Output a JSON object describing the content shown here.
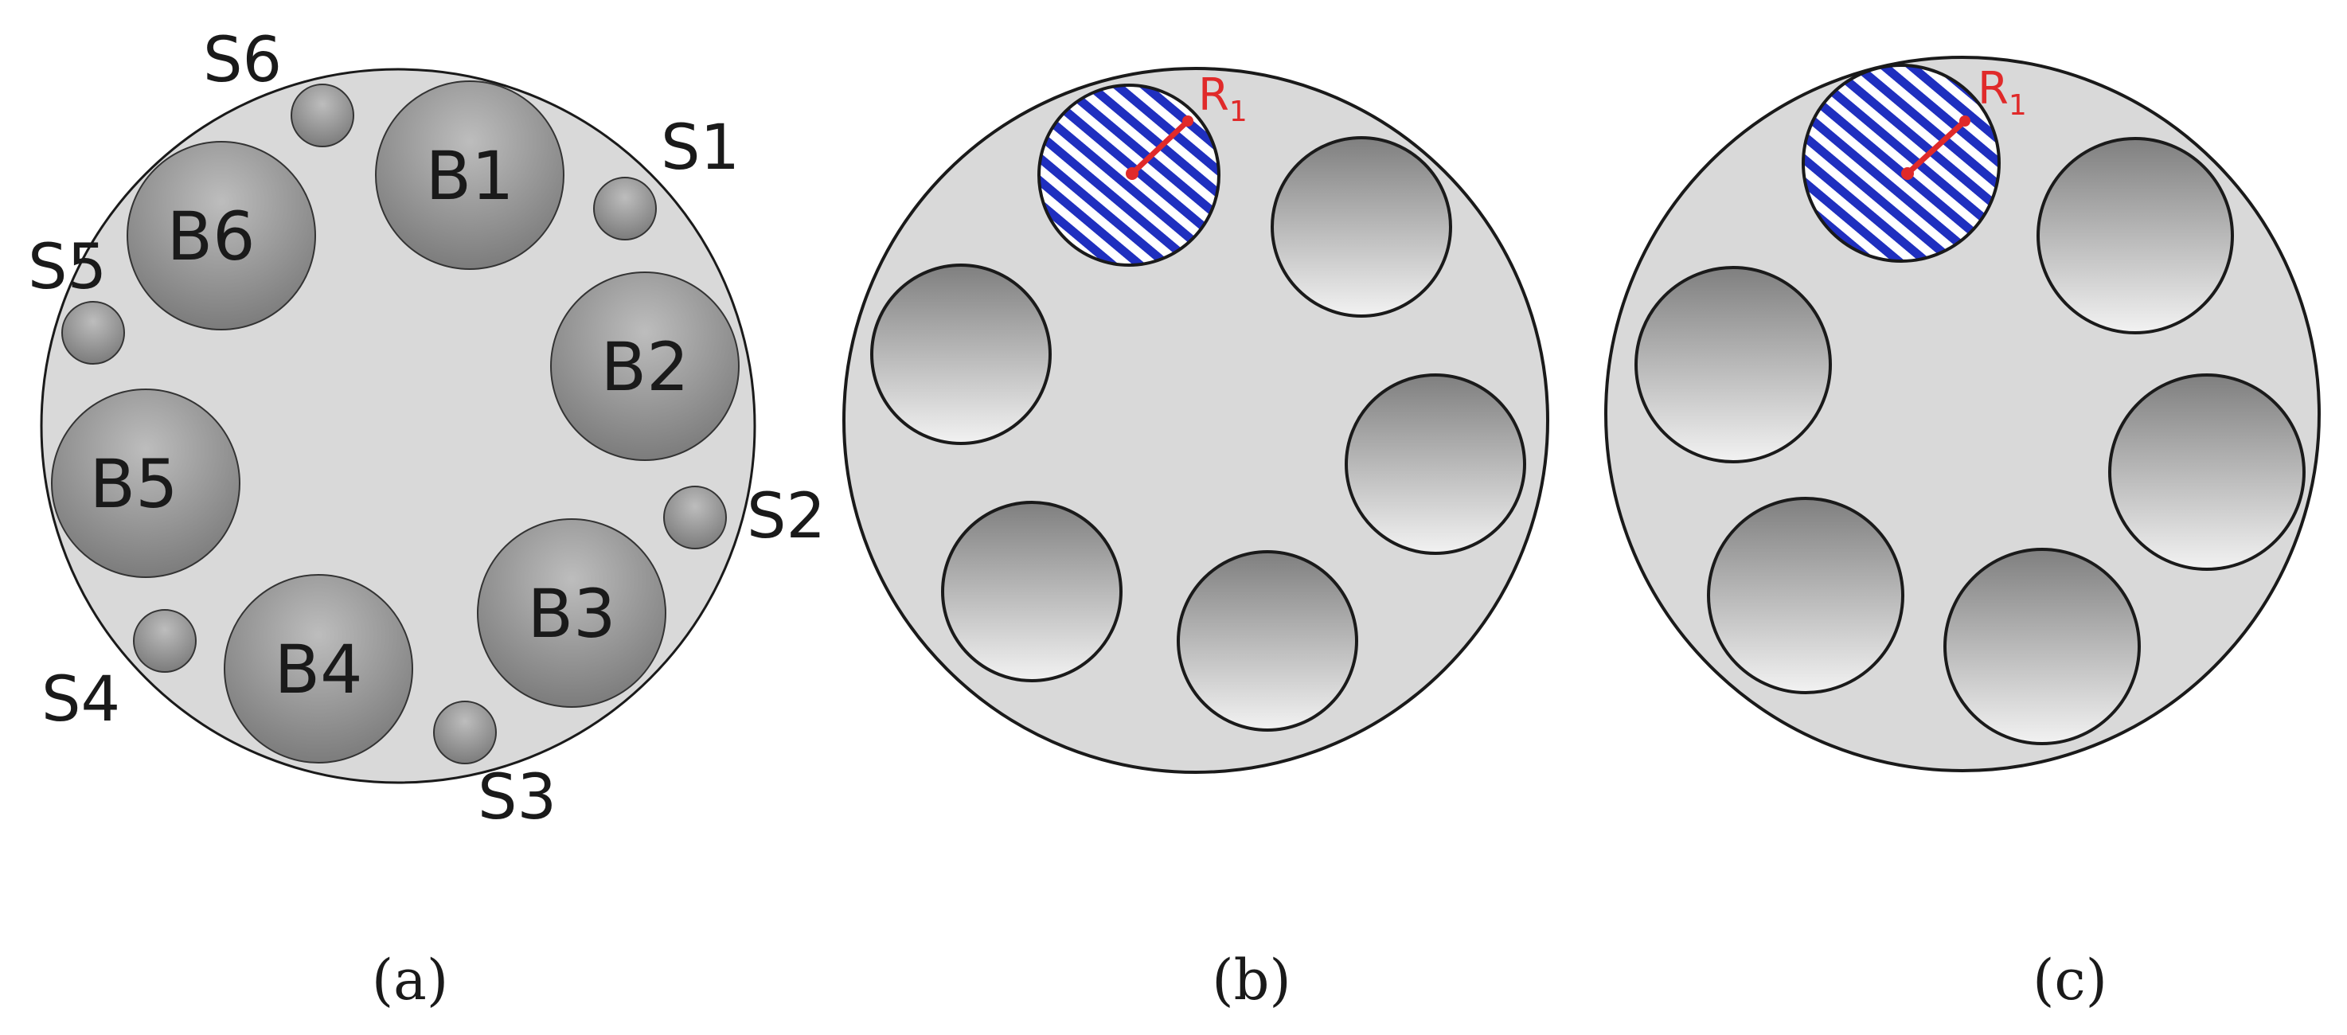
{
  "panel_a": {
    "big_channels": [
      "B1",
      "B2",
      "B3",
      "B4",
      "B5",
      "B6"
    ],
    "small_channels": [
      "S1",
      "S2",
      "S3",
      "S4",
      "S5",
      "S6"
    ],
    "caption": "(a)"
  },
  "panel_b": {
    "radius_label": "R",
    "radius_subscript": "1",
    "caption": "(b)"
  },
  "panel_c": {
    "radius_label": "R",
    "radius_subscript": "1",
    "caption": "(c)"
  },
  "colors": {
    "disc_fill": "#d9d9d9",
    "outline": "#1a1a1a",
    "hatch": "#1f2fbf",
    "radius_marker": "#e02a2a"
  }
}
